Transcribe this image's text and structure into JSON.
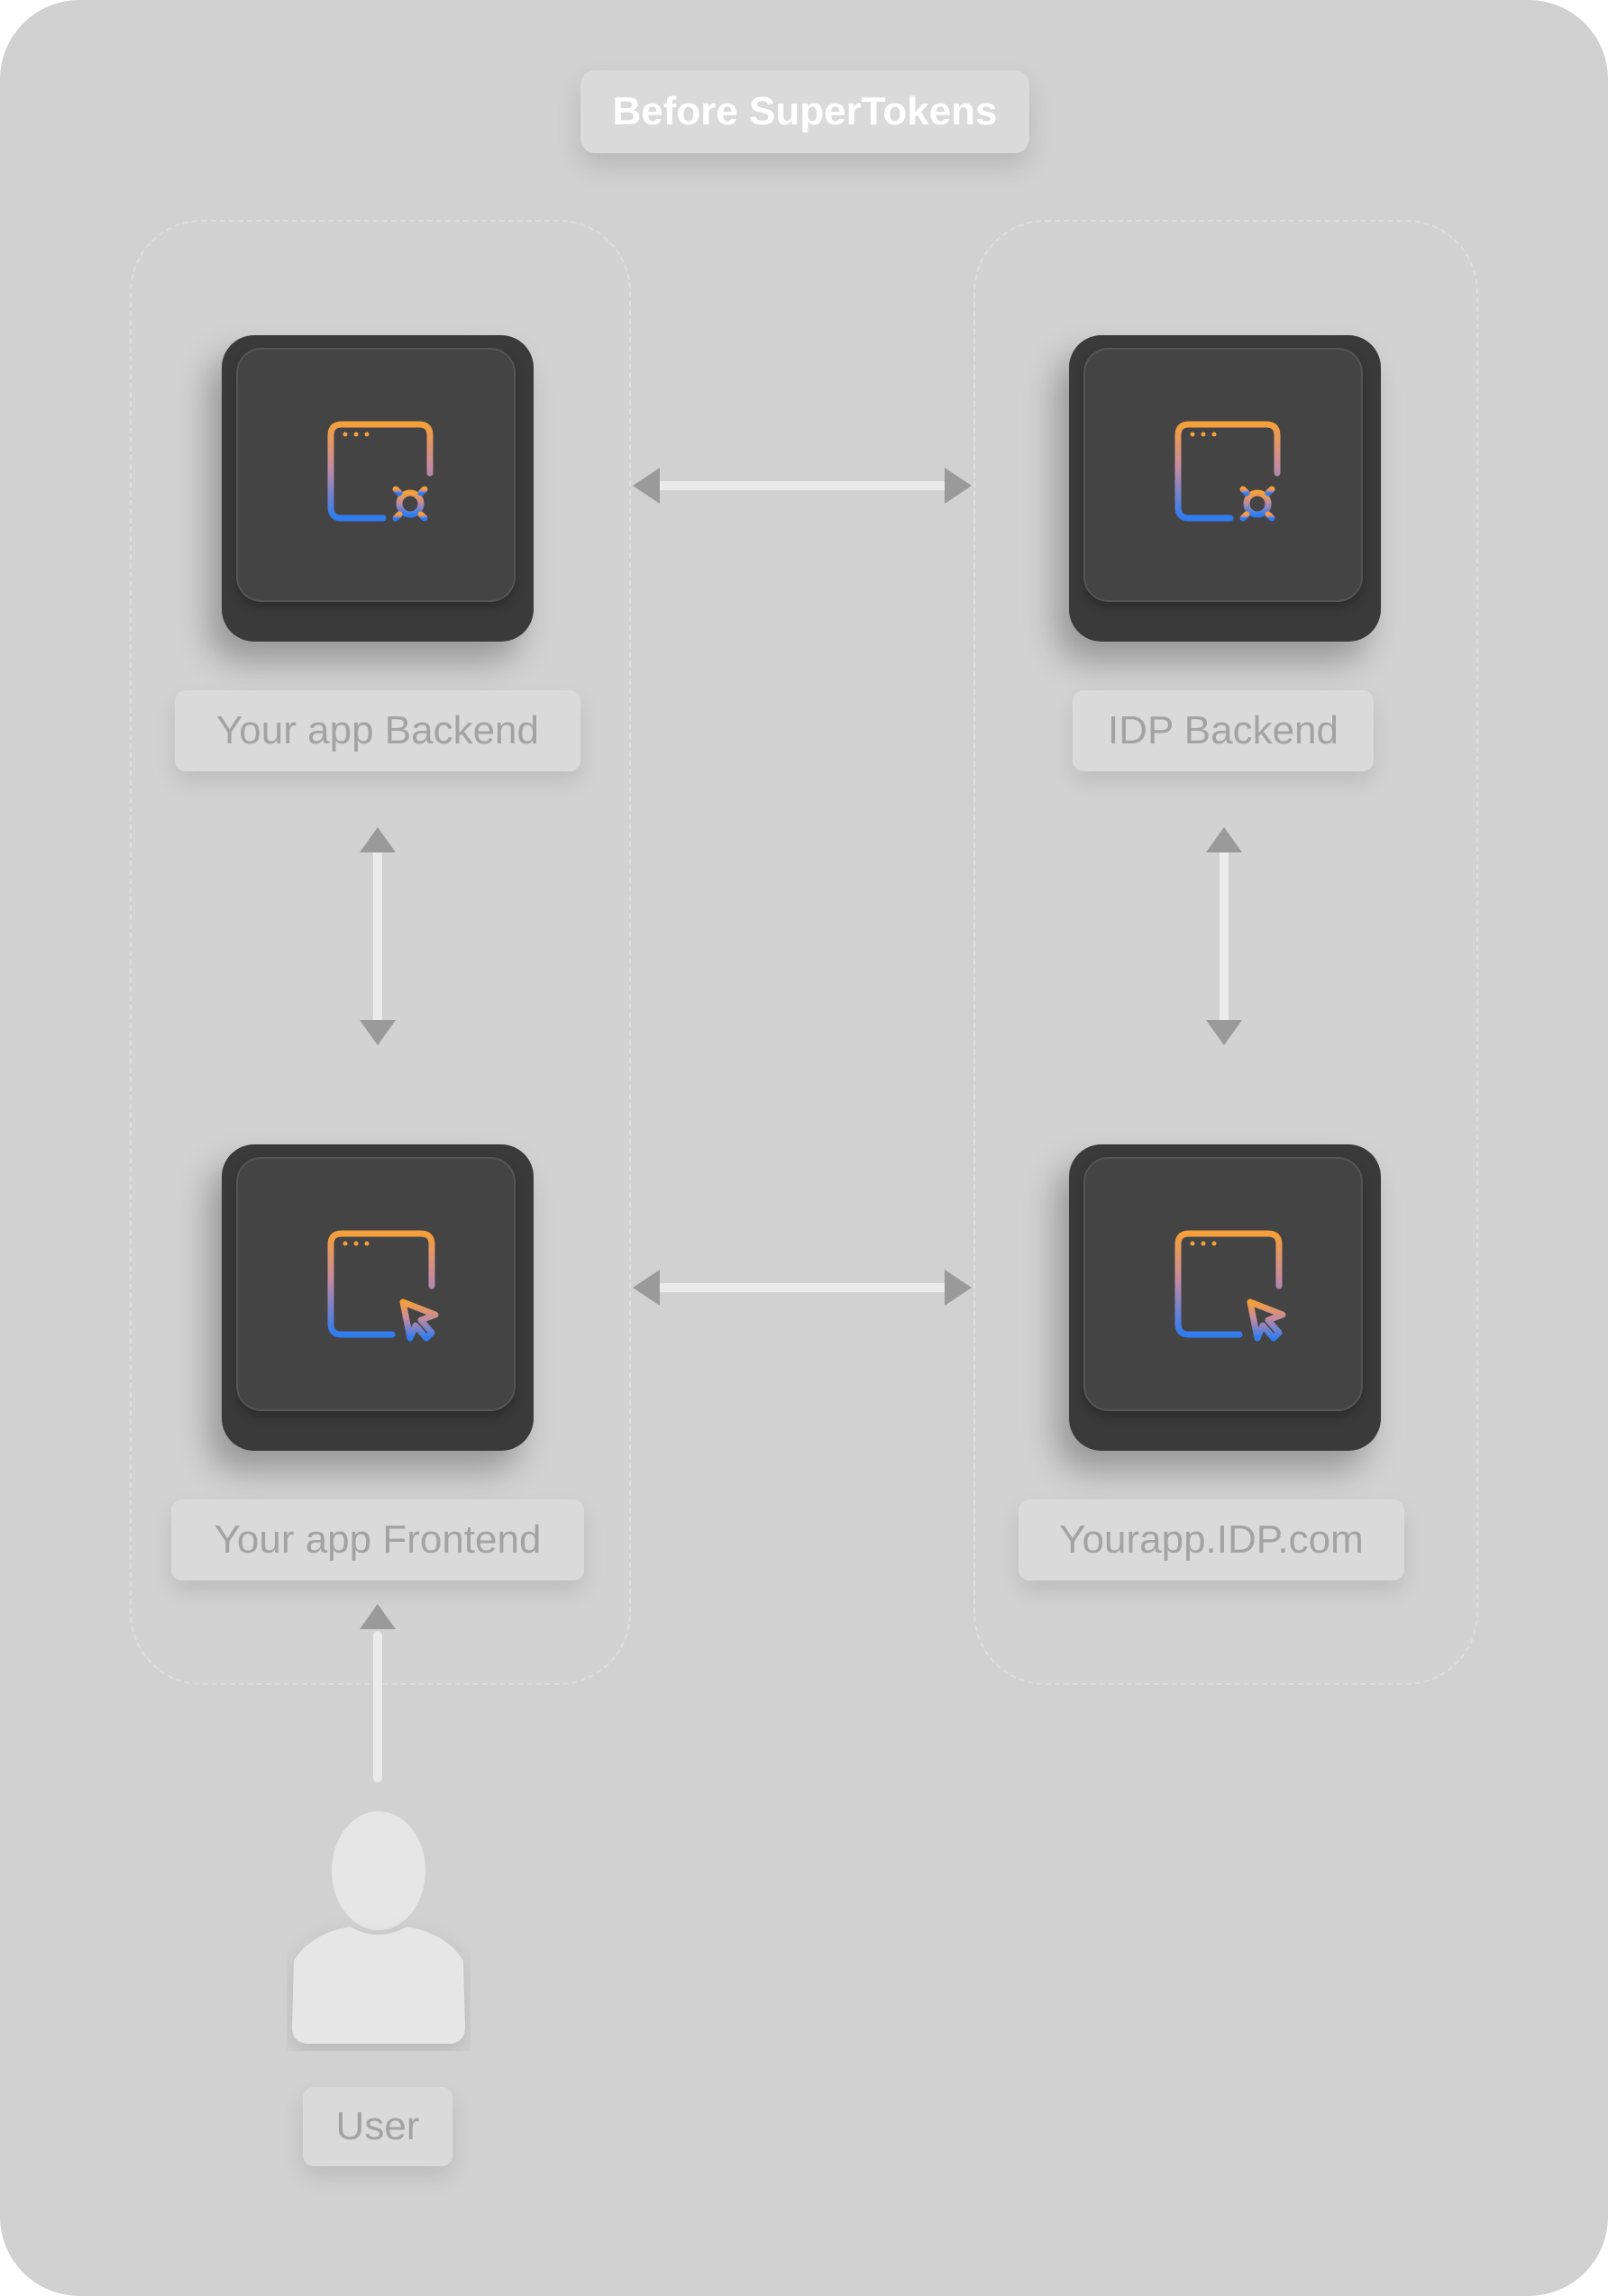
{
  "diagram": {
    "title": "Before SuperTokens",
    "nodes": {
      "app_backend": {
        "label": "Your app Backend",
        "icon": "server-settings-icon"
      },
      "idp_backend": {
        "label": "IDP Backend",
        "icon": "server-settings-icon"
      },
      "app_frontend": {
        "label": "Your app Frontend",
        "icon": "browser-cursor-icon"
      },
      "idp_frontend": {
        "label": "Yourapp.IDP.com",
        "icon": "browser-cursor-icon"
      },
      "user": {
        "label": "User",
        "icon": "user-icon"
      }
    },
    "connections": [
      {
        "from": "app_backend",
        "to": "idp_backend",
        "direction": "both"
      },
      {
        "from": "app_backend",
        "to": "app_frontend",
        "direction": "both"
      },
      {
        "from": "idp_backend",
        "to": "idp_frontend",
        "direction": "both"
      },
      {
        "from": "app_frontend",
        "to": "idp_frontend",
        "direction": "both"
      },
      {
        "from": "user",
        "to": "app_frontend",
        "direction": "to"
      }
    ],
    "colors": {
      "background": "#d1d1d1",
      "card": "#3a3a3a",
      "icon_gradient_top": "#f5a03a",
      "icon_gradient_bottom": "#2f7cf0",
      "arrow_head": "#9a9a9a",
      "label_text": "#a3a3a3"
    }
  }
}
